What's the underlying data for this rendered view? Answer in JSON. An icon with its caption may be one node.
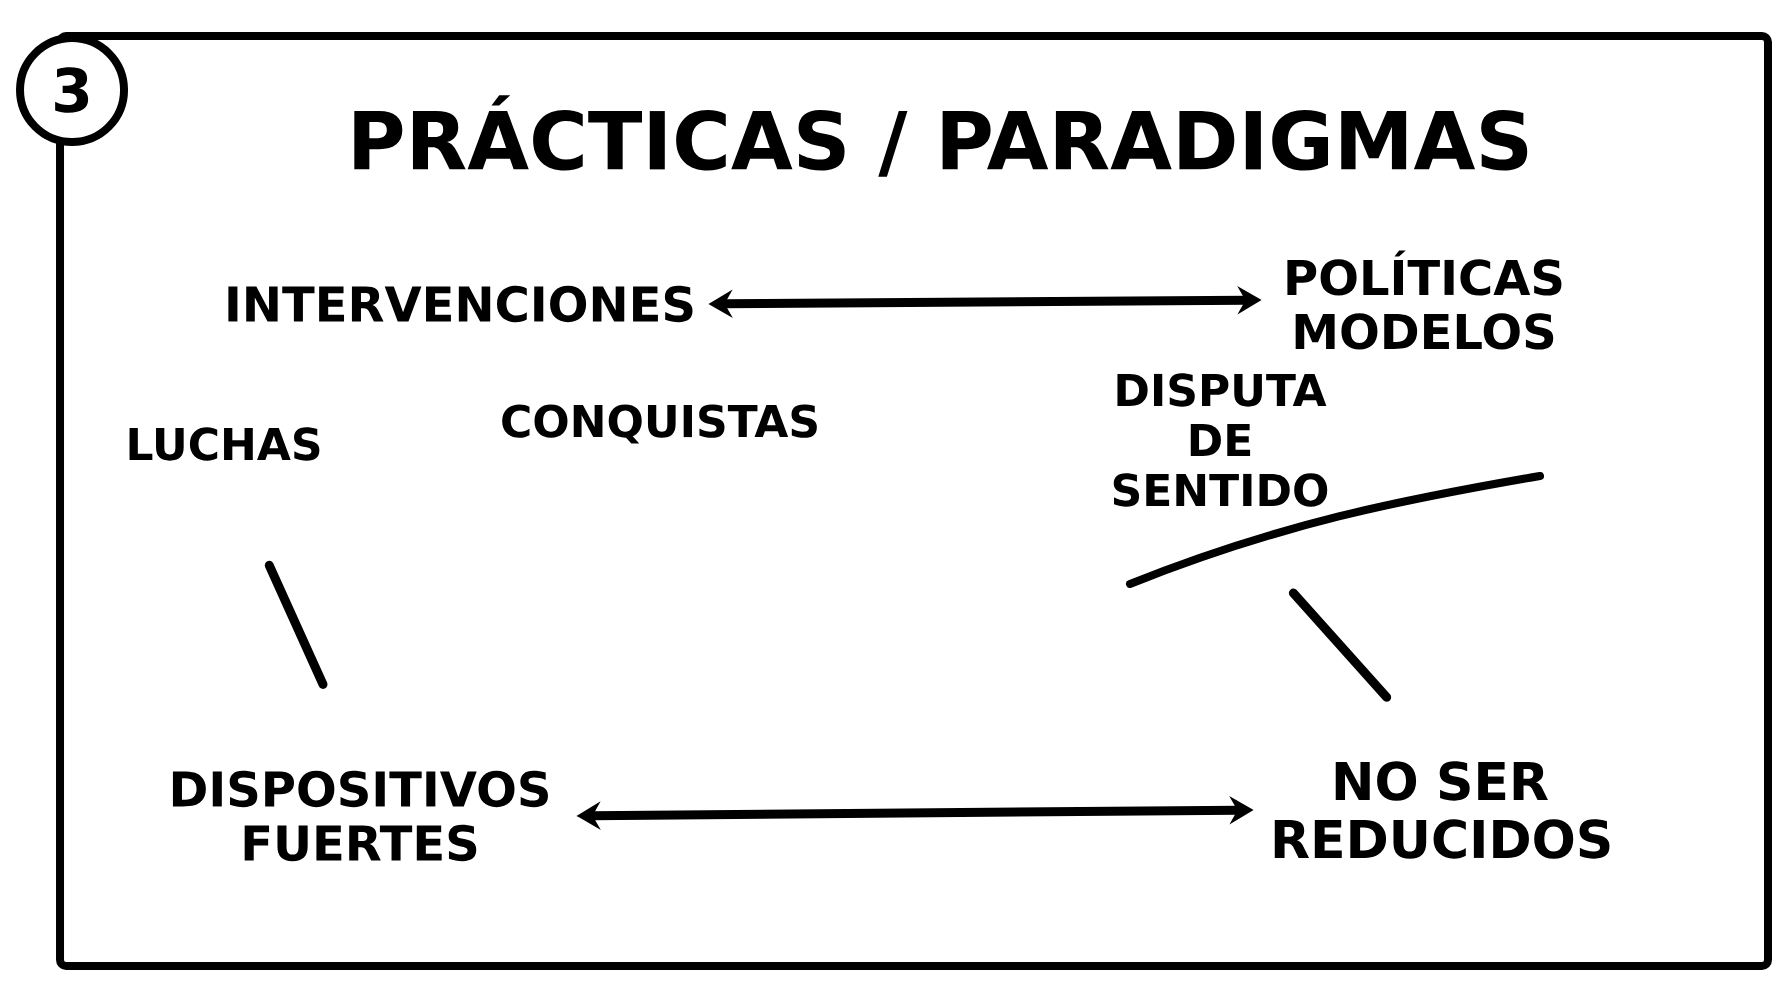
{
  "diagram": {
    "title": "PRÁCTICAS / PARADIGMAS",
    "nodes": [
      {
        "text": [
          "3"
        ]
      },
      {
        "text": [
          "INTERVENCIONES"
        ]
      },
      {
        "text": [
          "POLÍTICAS MODELOS"
        ]
      },
      {
        "text": [
          "LUCHAS"
        ]
      },
      {
        "text": [
          "DISPUTA DE SENTIDO"
        ]
      },
      {
        "text": [
          "DISPOSITIVOS FUERTES"
        ]
      },
      {
        "text": [
          "NO SER REDUCIDOS"
        ]
      }
    ],
    "edges": [
      {
        "from": 1,
        "to": 2,
        "arrow": "both"
      },
      {
        "from": 3,
        "to": 5,
        "arrow": "none"
      },
      {
        "from": 4,
        "to": 6,
        "arrow": "none"
      },
      {
        "from": 5,
        "to": 6,
        "arrow": "both"
      }
    ],
    "labels": [
      "CONQUISTAS"
    ]
  }
}
